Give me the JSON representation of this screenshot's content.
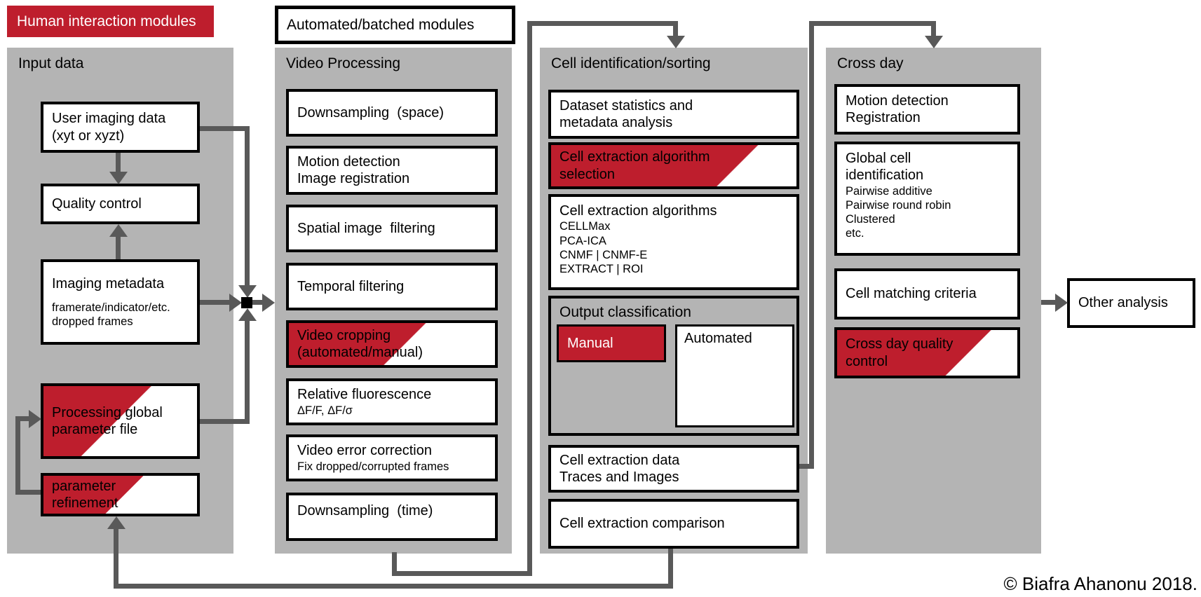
{
  "colors": {
    "module_red": "#be1e2d",
    "column_gray": "#b4b4b4",
    "arrow_gray": "#595959",
    "border_black": "#000000"
  },
  "legend": {
    "human_label": "Human interaction modules",
    "automated_label": "Automated/batched modules"
  },
  "columns": {
    "input": {
      "title": "Input data",
      "boxes": {
        "user_imaging": {
          "line1": "User imaging data",
          "line2": "(xyt or xyzt)"
        },
        "quality_control": {
          "line1": "Quality control"
        },
        "imaging_metadata": {
          "line1": "Imaging metadata",
          "sub1": "framerate/indicator/etc.",
          "sub2": "dropped frames"
        },
        "processing_global": {
          "line1": "Processing global",
          "line2": "parameter file"
        },
        "parameter_refinement": {
          "line1": "parameter",
          "line2": "refinement"
        }
      }
    },
    "video": {
      "title": "Video Processing",
      "boxes": {
        "downsample_space": {
          "line1": "Downsampling  (space)"
        },
        "motion_detection": {
          "line1": "Motion detection",
          "line2": "Image registration"
        },
        "spatial_filtering": {
          "line1": "Spatial image  filtering"
        },
        "temporal_filtering": {
          "line1": "Temporal filtering"
        },
        "video_cropping": {
          "line1": "Video cropping",
          "line2": "(automated/manual)"
        },
        "relative_fluorescence": {
          "line1": "Relative fluorescence",
          "sub1": "ΔF/F, ΔF/σ"
        },
        "video_error": {
          "line1": "Video error correction",
          "sub1": "Fix dropped/corrupted frames"
        },
        "downsample_time": {
          "line1": "Downsampling  (time)"
        }
      }
    },
    "cell": {
      "title": "Cell identification/sorting",
      "boxes": {
        "dataset_stats": {
          "line1": "Dataset statistics and",
          "line2": "metadata analysis"
        },
        "algo_selection": {
          "line1": "Cell extraction algorithm",
          "line2": "selection"
        },
        "algorithms": {
          "line1": "Cell extraction algorithms",
          "sub1": "CELLMax",
          "sub2": "PCA-ICA",
          "sub3": "CNMF | CNMF-E",
          "sub4": "EXTRACT | ROI"
        },
        "output_classification": {
          "label": "Output classification",
          "manual": "Manual",
          "automated": "Automated"
        },
        "extraction_data": {
          "line1": "Cell extraction data",
          "line2": "Traces and Images"
        },
        "extraction_comparison": {
          "line1": "Cell extraction comparison"
        }
      }
    },
    "crossday": {
      "title": "Cross day",
      "boxes": {
        "cd_motion": {
          "line1": "Motion detection",
          "line2": "Registration"
        },
        "global_cell": {
          "line1": "Global cell",
          "line2": "identification",
          "sub1": "Pairwise additive",
          "sub2": "Pairwise round robin",
          "sub3": "Clustered",
          "sub4": "etc."
        },
        "matching_criteria": {
          "line1": "Cell matching criteria"
        },
        "cd_quality": {
          "line1": "Cross day quality",
          "line2": "control"
        }
      }
    }
  },
  "other_analysis": {
    "label": "Other analysis"
  },
  "footer": {
    "copyright": "© Biafra Ahanonu 2018."
  }
}
